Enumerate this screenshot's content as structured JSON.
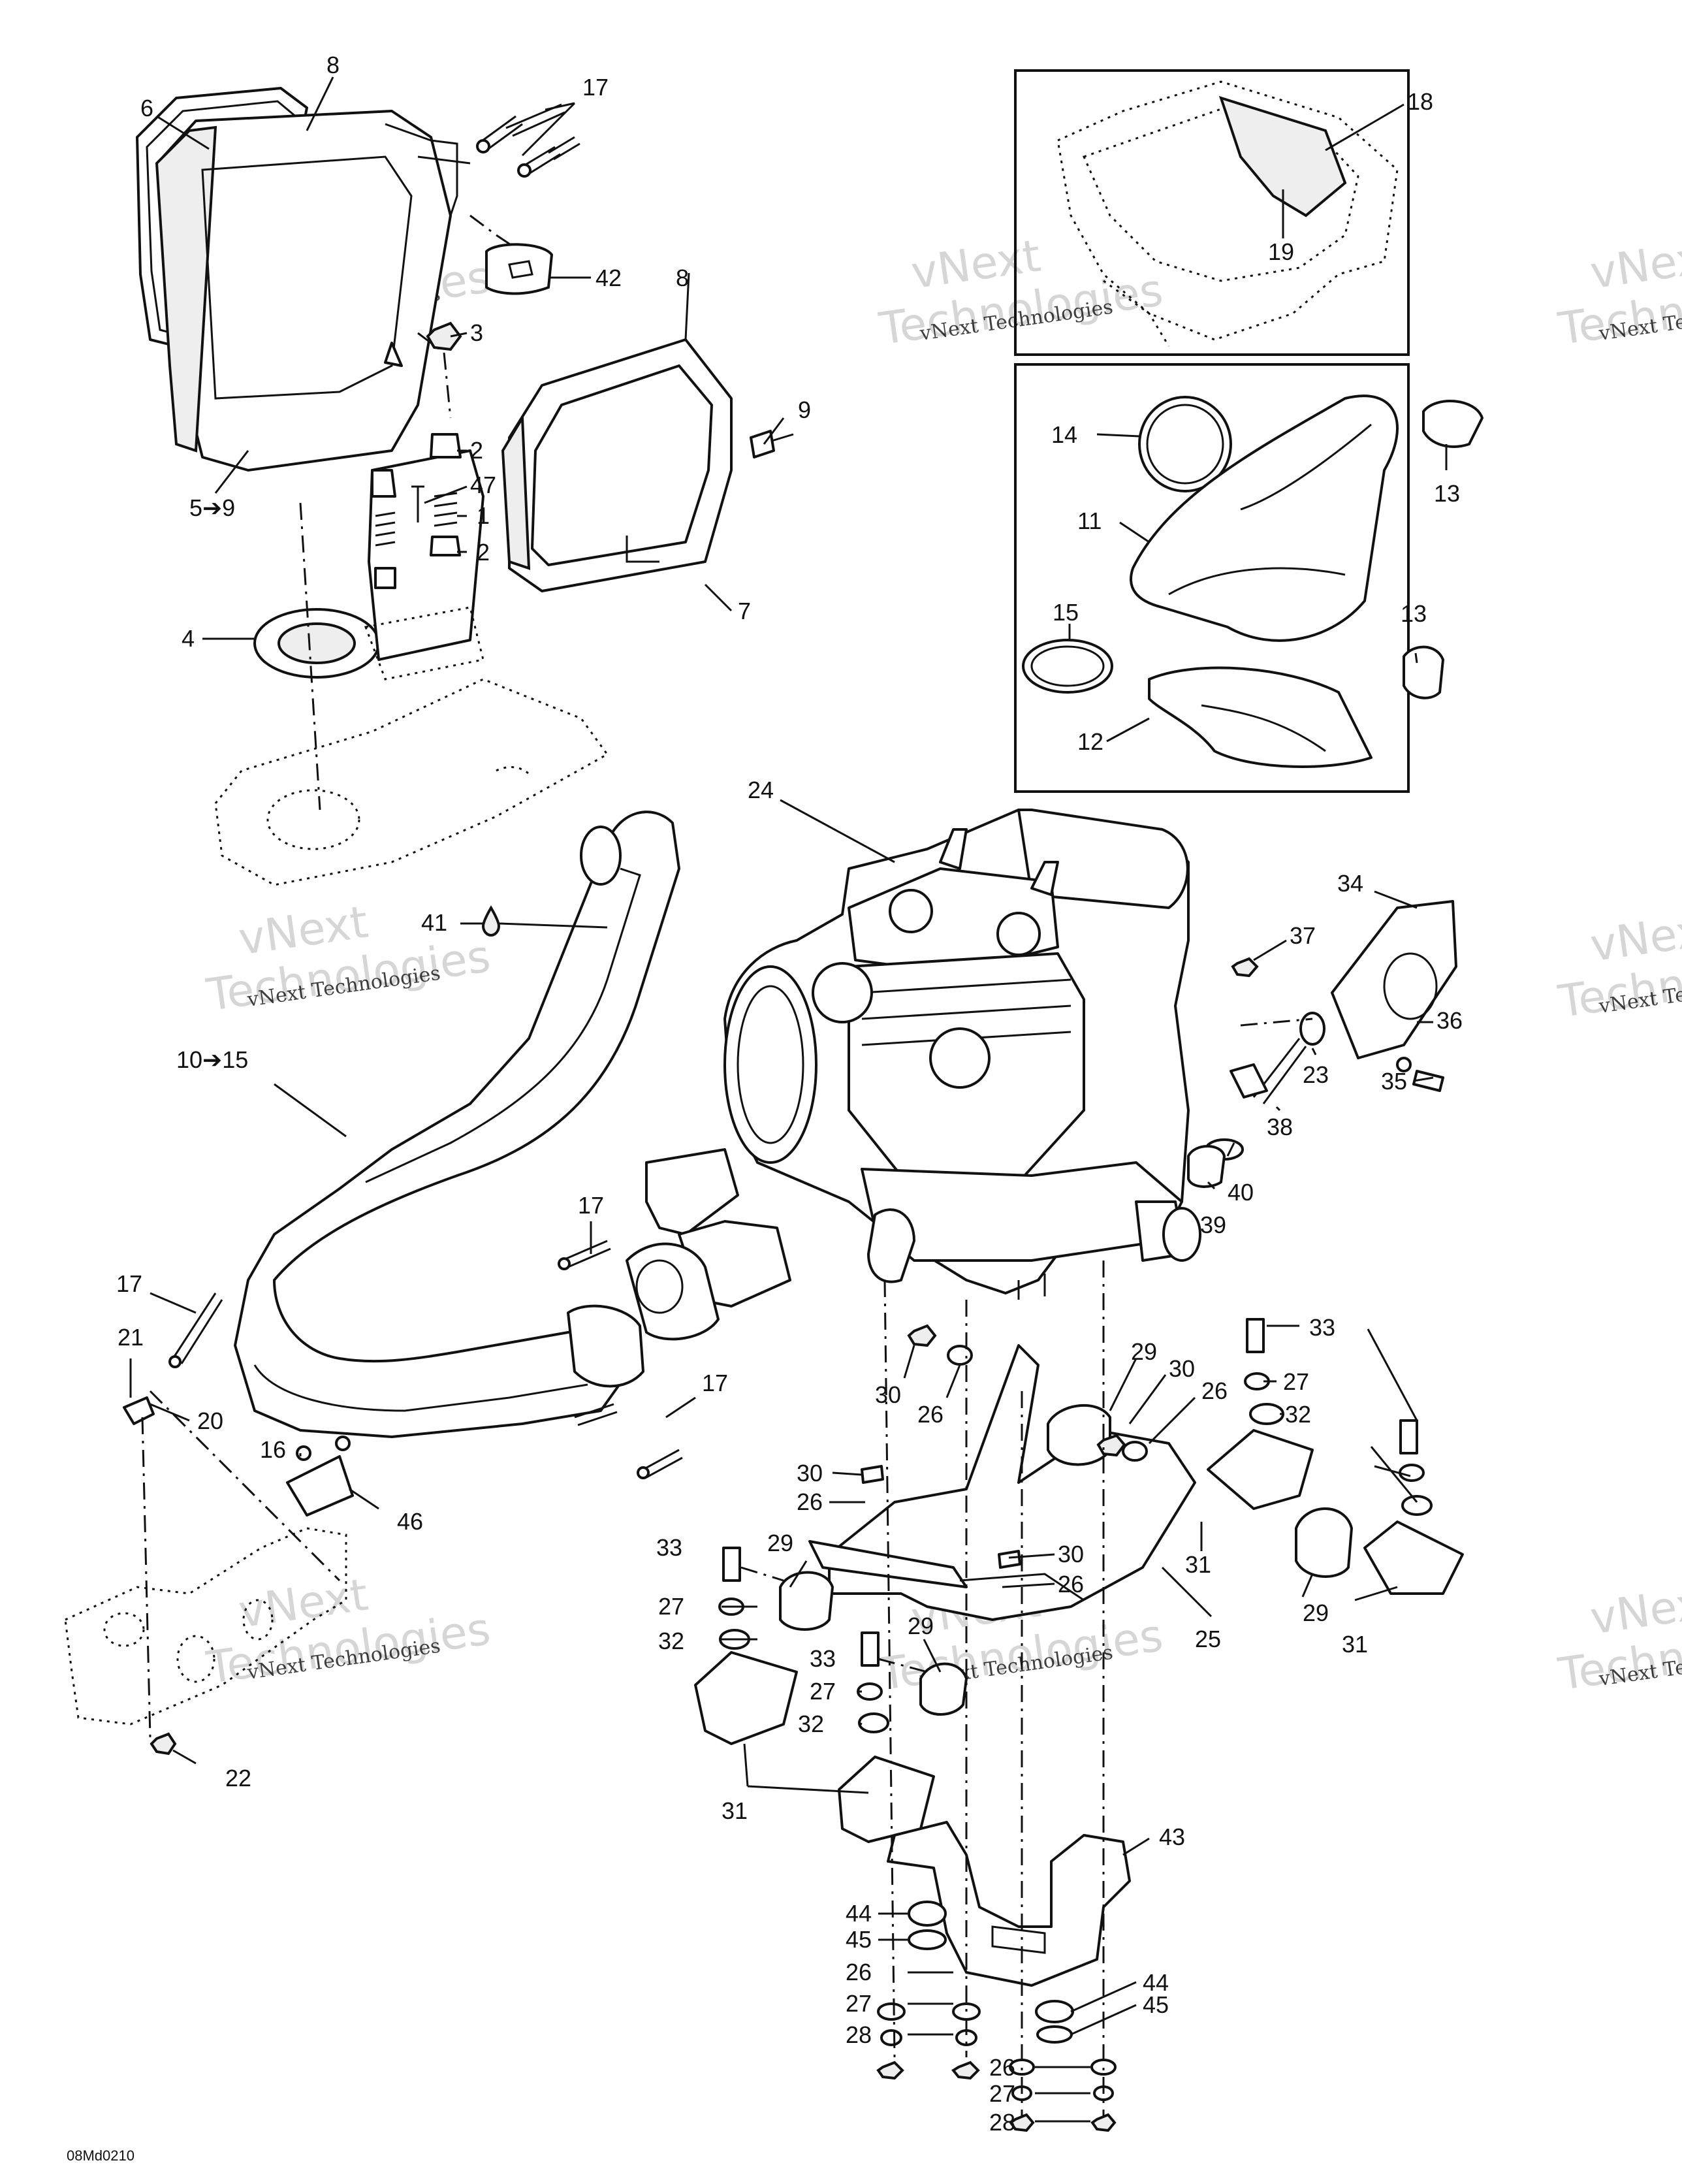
{
  "diagram_code": "08Md0210",
  "watermark": {
    "line1": "vNext",
    "line2": "Technologies",
    "full": "vNext Technologies"
  },
  "colors": {
    "line": "#111111",
    "background": "#ffffff",
    "watermark": "#d6d6d6"
  },
  "callouts": [
    "6",
    "8",
    "17",
    "42",
    "3",
    "2",
    "47",
    "1",
    "2",
    "5➔9",
    "4",
    "8",
    "9",
    "7",
    "18",
    "19",
    "14",
    "13",
    "11",
    "15",
    "13",
    "12",
    "24",
    "41",
    "34",
    "37",
    "36",
    "23",
    "35",
    "38",
    "40",
    "39",
    "10➔15",
    "17",
    "17",
    "21",
    "20",
    "16",
    "46",
    "17",
    "30",
    "26",
    "29",
    "30",
    "26",
    "33",
    "27",
    "32",
    "30",
    "26",
    "31",
    "33",
    "29",
    "30",
    "26",
    "27",
    "32",
    "29",
    "31",
    "25",
    "29",
    "33",
    "27",
    "32",
    "31",
    "22",
    "43",
    "44",
    "45",
    "26",
    "27",
    "28",
    "44",
    "45",
    "26",
    "27",
    "28"
  ]
}
